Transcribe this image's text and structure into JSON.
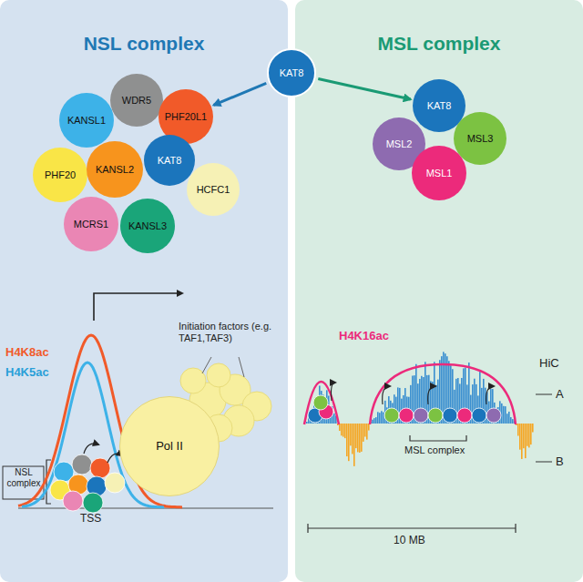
{
  "diagram": {
    "nodes": [
      {
        "text": [
          "NSL complex"
        ]
      },
      {
        "text": [
          "KANSL1"
        ],
        "in": 0
      },
      {
        "text": [
          "WDR5"
        ],
        "in": 0
      },
      {
        "text": [
          "PHF20L1"
        ],
        "in": 0
      },
      {
        "text": [
          "PHF20"
        ],
        "in": 0
      },
      {
        "text": [
          "KANSL2"
        ],
        "in": 0
      },
      {
        "text": [
          "KAT8"
        ],
        "in": 0
      },
      {
        "text": [
          "HCFC1"
        ],
        "in": 0
      },
      {
        "text": [
          "MCRS1"
        ],
        "in": 0
      },
      {
        "text": [
          "KANSL3"
        ],
        "in": 0
      },
      {
        "text": [
          "KAT8"
        ]
      },
      {
        "text": [
          "MSL complex"
        ]
      },
      {
        "text": [
          "KAT8"
        ],
        "in": 11
      },
      {
        "text": [
          "MSL2"
        ],
        "in": 11
      },
      {
        "text": [
          "MSL3"
        ],
        "in": 11
      },
      {
        "text": [
          "MSL1"
        ],
        "in": 11
      },
      {
        "text": [
          "Pol II"
        ],
        "in": 0
      }
    ],
    "edges": [
      {
        "from": 10,
        "to": 3,
        "arrow": "to"
      },
      {
        "from": 10,
        "to": 12,
        "arrow": "to"
      }
    ],
    "labels": [
      "H4K8ac",
      "H4K5ac",
      "Initiation factors (e.g. TAF1,TAF3)",
      "NSL complex",
      "TSS",
      "H4K16ac",
      "HiC",
      "A",
      "B",
      "MSL complex",
      "10 MB"
    ]
  }
}
